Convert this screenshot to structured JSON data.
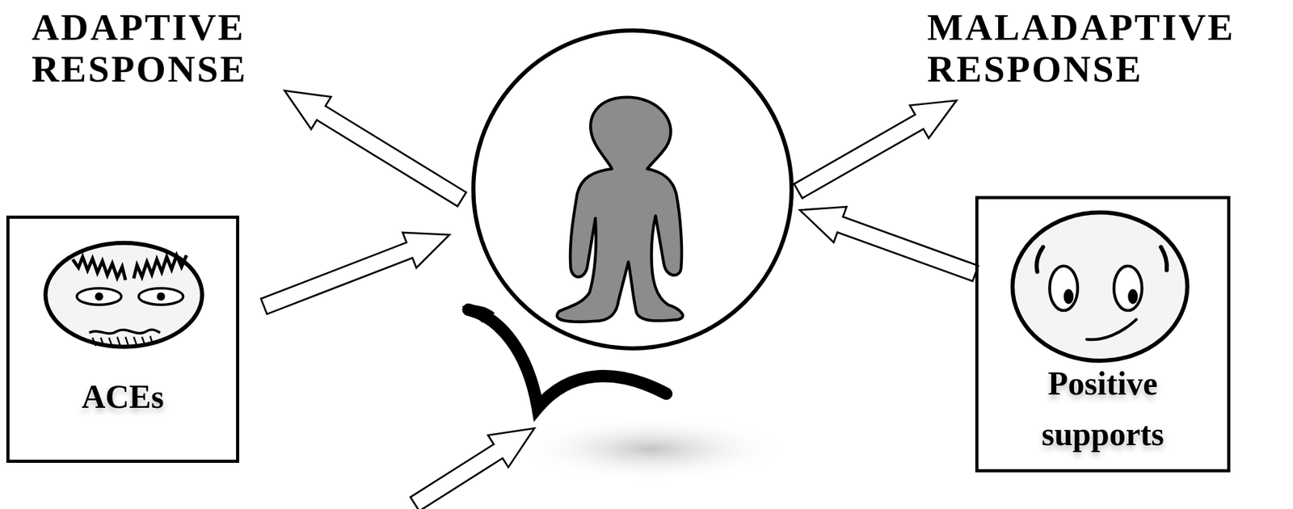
{
  "diagram": {
    "nodes": [
      {
        "text": [
          "ACEs"
        ]
      },
      {
        "text": [
          "Positive supports"
        ]
      }
    ],
    "labels": [
      "ADAPTIVE RESPONSE",
      "MALADAPTIVE RESPONSE"
    ]
  }
}
